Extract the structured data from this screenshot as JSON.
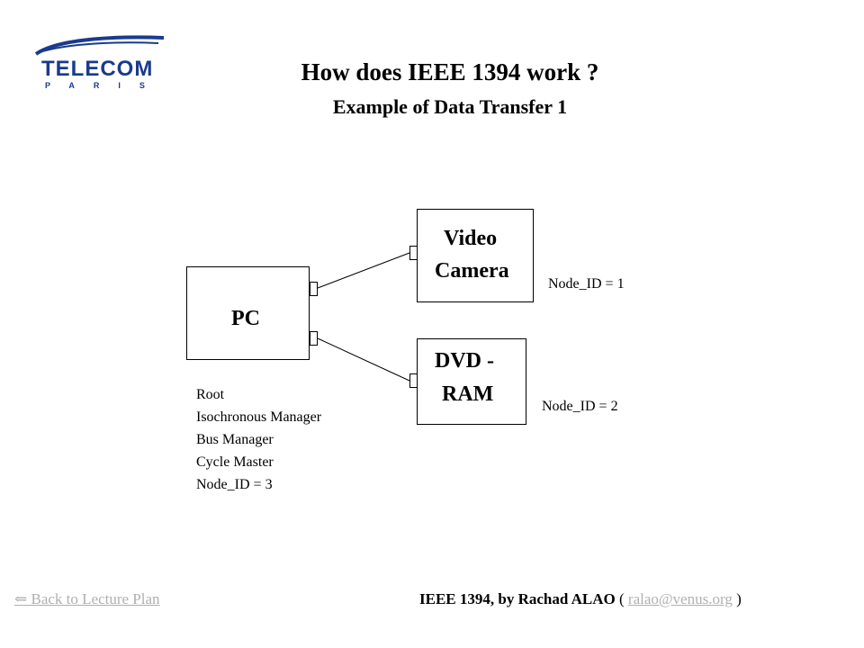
{
  "slide": {
    "title": "How does IEEE 1394 work ?",
    "subtitle": "Example of Data Transfer 1"
  },
  "logo": {
    "word": "TELECOM",
    "sub": "PARIS",
    "color": "#1a3a8c"
  },
  "diagram": {
    "pc": {
      "label": "PC"
    },
    "camera": {
      "label_line1": "Video",
      "label_line2": "Camera",
      "node_id": "Node_ID = 1"
    },
    "dvd": {
      "label_line1": "DVD -",
      "label_line2": "RAM",
      "node_id": "Node_ID = 2"
    },
    "pc_roles": [
      "Root",
      "Isochronous Manager",
      "Bus Manager",
      "Cycle Master",
      "Node_ID = 3"
    ]
  },
  "footer": {
    "back_link": "⇐ Back to Lecture Plan",
    "credit": "IEEE 1394, by Rachad ALAO",
    "paren_open": "(",
    "email": "ralao@venus.org",
    "paren_close": ")"
  }
}
